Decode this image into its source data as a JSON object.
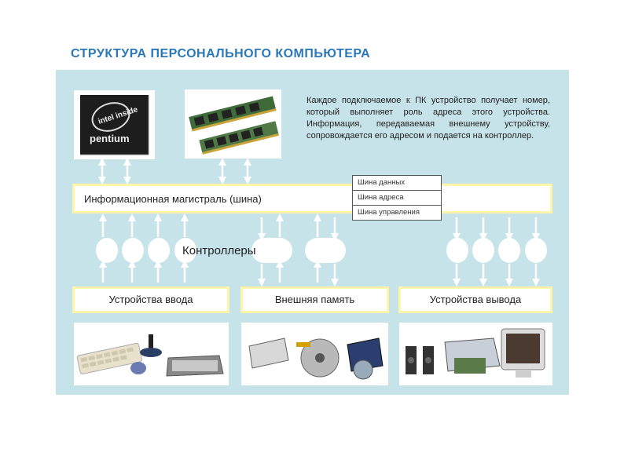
{
  "title": "СТРУКТУРА ПЕРСОНАЛЬНОГО КОМПЬЮТЕРА",
  "description": "Каждое подключаемое к ПК устройство получает номер, который выполняет роль адреса этого устройства. Информация, передаваемая внешнему устройству, сопровождается его адресом и подается на контроллер.",
  "bus": {
    "label": "Информационная магистраль (шина)",
    "lines": [
      "Шина данных",
      "Шина адреса",
      "Шина управления"
    ]
  },
  "controllers_label": "Контроллеры",
  "device_groups": {
    "input": "Устройства ввода",
    "storage": "Внешняя память",
    "output": "Устройства вывода"
  },
  "photos": {
    "cpu_logo_top": "intel inside",
    "cpu_logo_bottom": "pentium"
  },
  "colors": {
    "panel": "#c6e3e9",
    "title": "#2b78b8",
    "box_border": "#fff5a8",
    "arrow": "#ffffff"
  }
}
